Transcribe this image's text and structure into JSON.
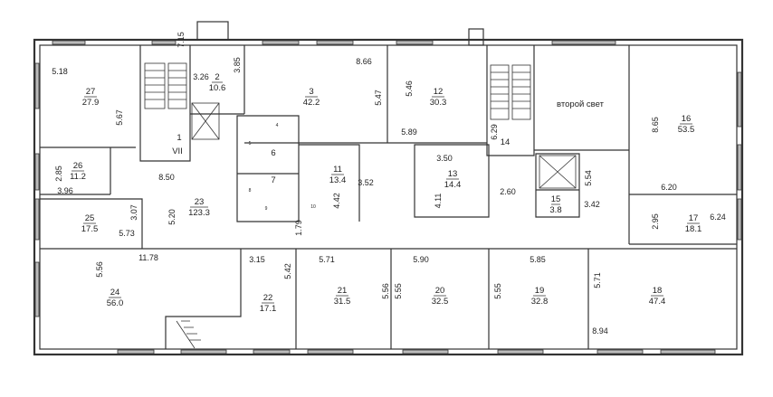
{
  "plan": {
    "rooms": [
      {
        "number": "27",
        "area": "27.9"
      },
      {
        "number": "2",
        "area": "10.6"
      },
      {
        "number": "3",
        "area": "42.2"
      },
      {
        "number": "12",
        "area": "30.3"
      },
      {
        "number": "16",
        "area": "53.5"
      },
      {
        "number": "26",
        "area": "11.2"
      },
      {
        "number": "25",
        "area": "17.5"
      },
      {
        "number": "23",
        "area": "123.3"
      },
      {
        "number": "11",
        "area": "13.4"
      },
      {
        "number": "13",
        "area": "14.4"
      },
      {
        "number": "15",
        "area": "3.8"
      },
      {
        "number": "17",
        "area": "18.1"
      },
      {
        "number": "24",
        "area": "56.0"
      },
      {
        "number": "22",
        "area": "17.1"
      },
      {
        "number": "21",
        "area": "31.5"
      },
      {
        "number": "20",
        "area": "32.5"
      },
      {
        "number": "19",
        "area": "32.8"
      },
      {
        "number": "18",
        "area": "47.4"
      }
    ],
    "plain_labels": {
      "stair_1": "1",
      "stair_1_roman": "VII",
      "stair_14": "14",
      "wc_6": "6",
      "wc_7": "7",
      "wc_4": "4",
      "wc_5": "5",
      "wc_8": "8",
      "wc_9": "9",
      "wc_10": "10",
      "double_height": "второй свет"
    },
    "dimensions": [
      "5.18",
      "7.15",
      "3.26",
      "3.85",
      "8.66",
      "5.47",
      "5.46",
      "5.67",
      "8.50",
      "2.85",
      "3.96",
      "3.07",
      "5.73",
      "5.20",
      "1.79",
      "4.42",
      "3.52",
      "5.89",
      "3.50",
      "4.11",
      "2.60",
      "6.29",
      "5.54",
      "3.42",
      "8.65",
      "6.20",
      "2.95",
      "6.24",
      "5.56",
      "11.78",
      "3.15",
      "5.42",
      "5.71",
      "5.56",
      "5.55",
      "5.90",
      "5.55",
      "5.85",
      "5.71",
      "8.94"
    ]
  }
}
